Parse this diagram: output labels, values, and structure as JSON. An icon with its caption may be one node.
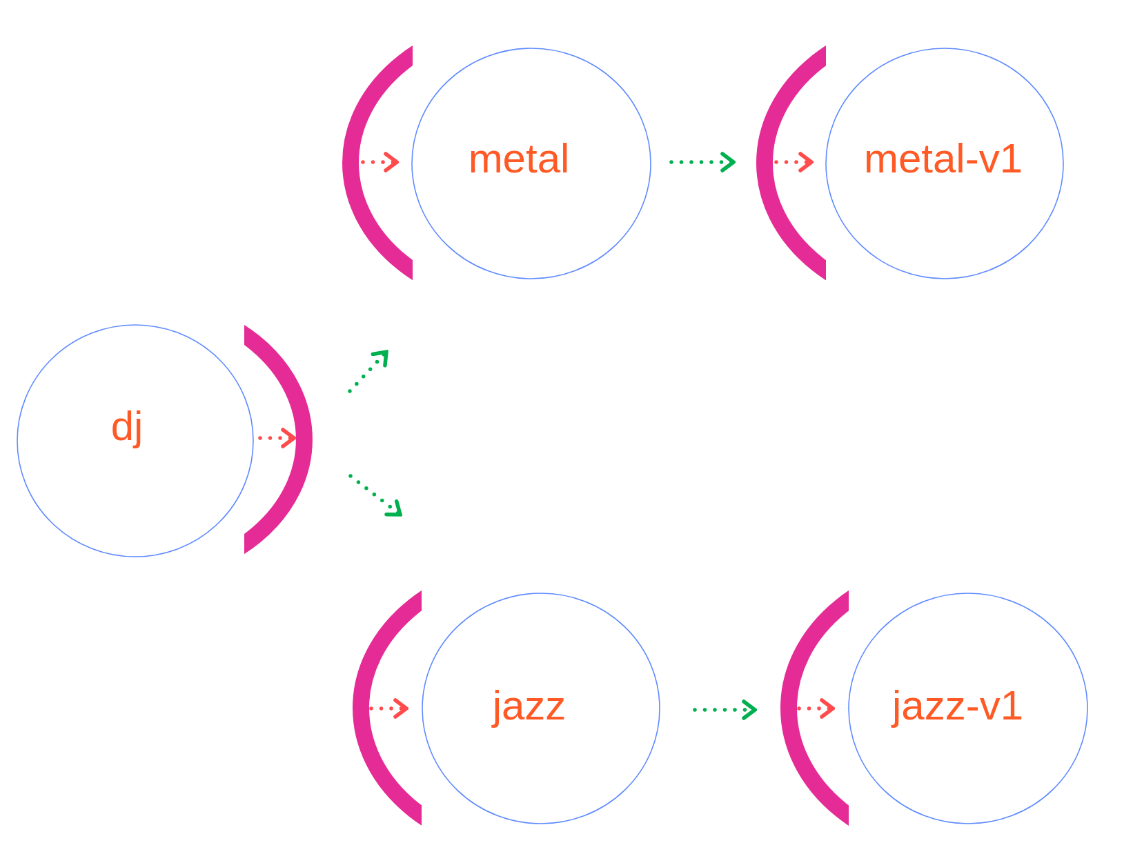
{
  "diagram": {
    "nodes": [
      {
        "text": [],
        "shape": "arc"
      },
      {
        "text": [
          "metal"
        ]
      },
      {
        "text": [],
        "shape": "arc"
      },
      {
        "text": [
          "metal-v1"
        ]
      },
      {
        "text": [
          "dj"
        ]
      },
      {
        "text": [],
        "shape": "arc"
      },
      {
        "text": [],
        "shape": "arc"
      },
      {
        "text": [
          "jazz"
        ]
      },
      {
        "text": [],
        "shape": "arc"
      },
      {
        "text": [
          "jazz-v1"
        ]
      }
    ],
    "edges": [
      {
        "from": 4,
        "to": 5,
        "arrow": "to"
      },
      {
        "from": 5,
        "to": 0,
        "arrow": "to",
        "color": "#00b04f"
      },
      {
        "from": 5,
        "to": 6,
        "arrow": "to",
        "color": "#00b04f"
      },
      {
        "from": 0,
        "to": 1,
        "arrow": "to"
      },
      {
        "from": 1,
        "to": 2,
        "arrow": "to",
        "color": "#00b04f"
      },
      {
        "from": 2,
        "to": 3,
        "arrow": "to"
      },
      {
        "from": 6,
        "to": 7,
        "arrow": "to"
      },
      {
        "from": 7,
        "to": 8,
        "arrow": "to",
        "color": "#00b04f"
      },
      {
        "from": 8,
        "to": 9,
        "arrow": "to"
      }
    ]
  }
}
